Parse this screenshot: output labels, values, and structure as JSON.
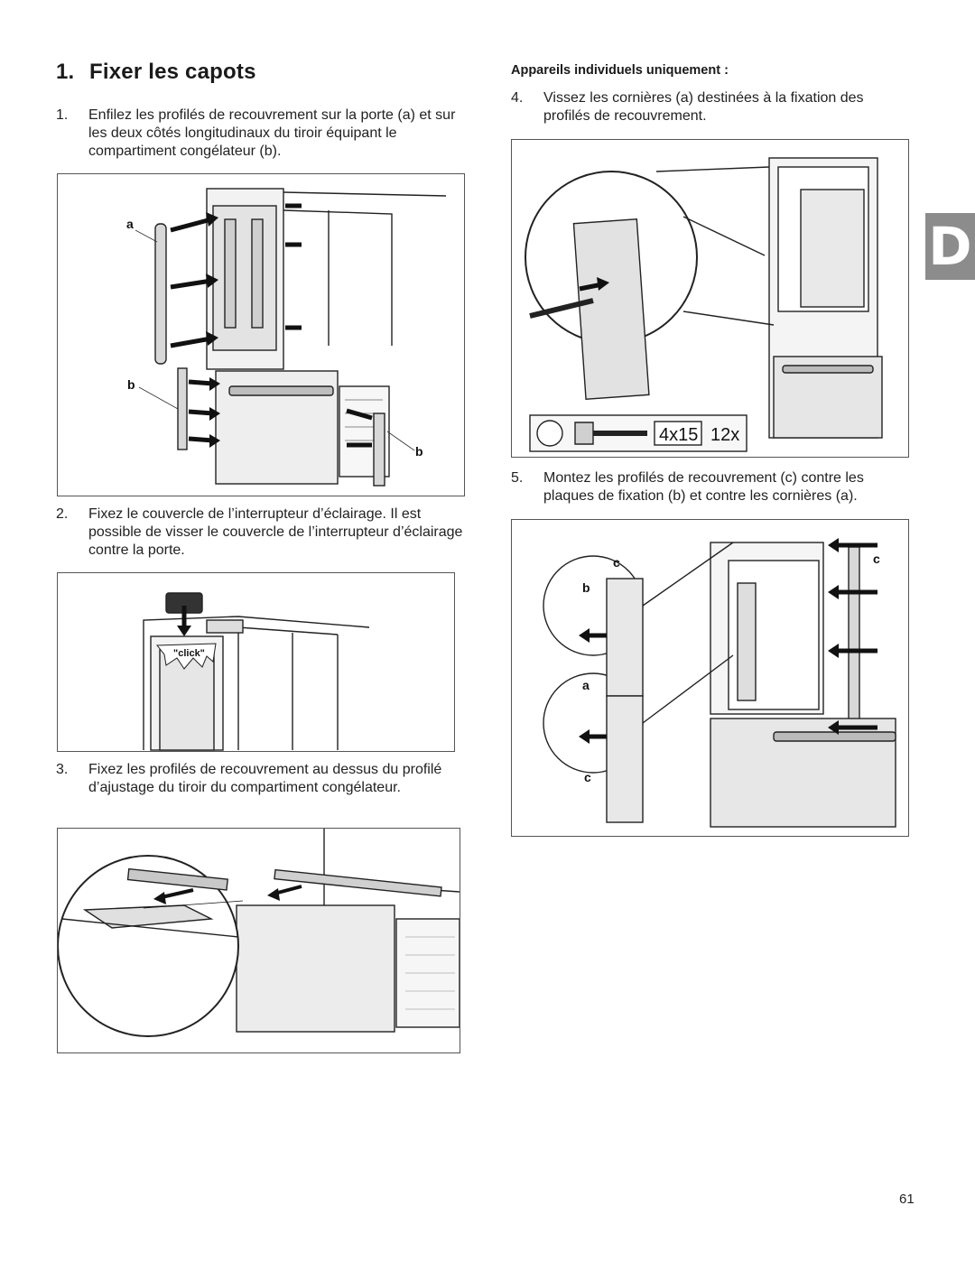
{
  "heading": {
    "number": "1.",
    "text": "Fixer les capots"
  },
  "left_steps": [
    {
      "n": "1.",
      "text": "Enfilez les profilés de recouvrement sur la porte (a) et sur les deux côtés longitudinaux du tiroir équipant le compartiment congélateur (b)."
    },
    {
      "n": "2.",
      "text": "Fixez le couvercle de l’interrupteur d’éclairage. Il est possible de visser le couvercle de l’interrupteur d’éclairage contre la porte."
    },
    {
      "n": "3.",
      "text": "Fixez les profilés de recouvrement au dessus du profilé d’ajustage du tiroir du compartiment congélateur."
    }
  ],
  "subheading": "Appareils individuels uniquement :",
  "right_steps": [
    {
      "n": "4.",
      "text": "Vissez les cornières (a) destinées à la fixation des profilés de recouvrement."
    },
    {
      "n": "5.",
      "text": "Montez les profilés de recouvrement (c) contre les plaques de fixation (b) et contre les cornières (a)."
    }
  ],
  "figure1": {
    "label_a": "a",
    "label_b1": "b",
    "label_b2": "b"
  },
  "figure2": {
    "click_text": "\"click\""
  },
  "figure4": {
    "screw_size": "4x15",
    "screw_qty": "12x"
  },
  "figure5": {
    "label_c1": "c",
    "label_b": "b",
    "label_a": "a",
    "label_c2": "c",
    "label_c3": "c"
  },
  "side_tab": "D",
  "page_number": "61"
}
